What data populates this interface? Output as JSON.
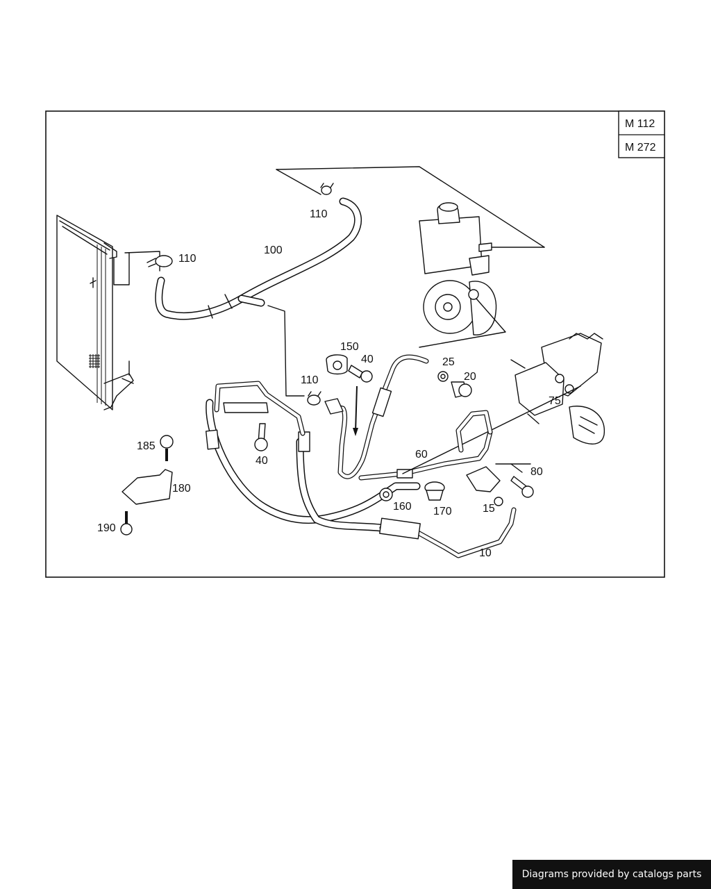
{
  "engine_codes": [
    "M 112",
    "M 272"
  ],
  "callouts": {
    "c10": "10",
    "c15": "15",
    "c20": "20",
    "c25": "25",
    "c40a": "40",
    "c40b": "40",
    "c60": "60",
    "c75": "75",
    "c80": "80",
    "c100": "100",
    "c110a": "110",
    "c110b": "110",
    "c110c": "110",
    "c150": "150",
    "c160": "160",
    "c170": "170",
    "c180": "180",
    "c185": "185",
    "c190": "190"
  },
  "credit": "Diagrams provided by catalogs parts"
}
